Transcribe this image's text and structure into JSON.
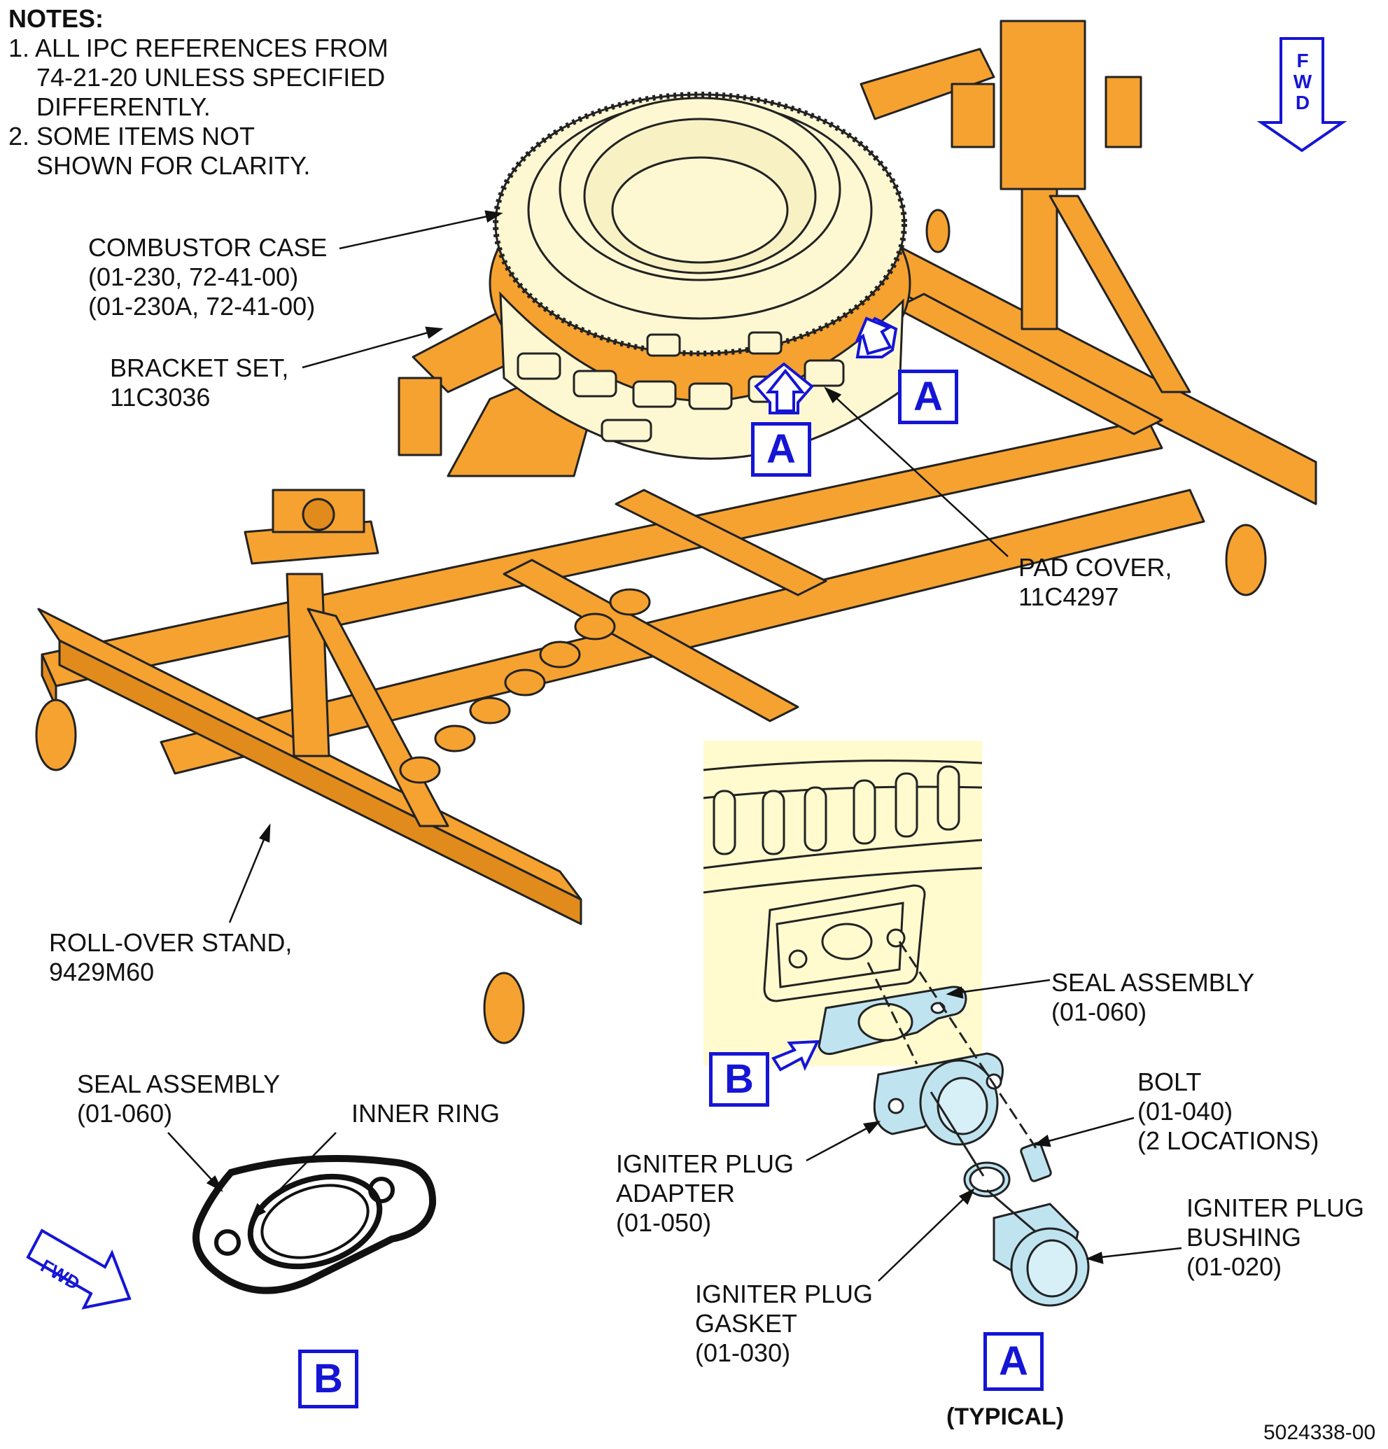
{
  "colors": {
    "stand": "#F5A231",
    "stand_line": "#222222",
    "case_fill": "#FDF8D2",
    "detail_bg": "#FFFBCF",
    "part_blue": "#BFE4F0",
    "ref_blue": "#1515D6"
  },
  "notes": {
    "heading": "NOTES:",
    "item1_line1": "1. ALL IPC REFERENCES FROM",
    "item1_line2": "74-21-20 UNLESS SPECIFIED",
    "item1_line3": "DIFFERENTLY.",
    "item2_line1": "2. SOME ITEMS NOT",
    "item2_line2": "SHOWN FOR CLARITY."
  },
  "fwd_arrows": {
    "top": [
      "F",
      "W",
      "D"
    ],
    "bottom": "FWD"
  },
  "callouts": {
    "combustor_case": [
      "COMBUSTOR CASE",
      "(01-230, 72-41-00)",
      "(01-230A, 72-41-00)"
    ],
    "bracket_set": [
      "BRACKET SET,",
      "11C3036"
    ],
    "pad_cover": [
      "PAD COVER,",
      "11C4297"
    ],
    "roll_over_stand": [
      "ROLL-OVER STAND,",
      "9429M60"
    ],
    "seal_assembly_a": [
      "SEAL ASSEMBLY",
      "(01-060)"
    ],
    "bolt": [
      "BOLT",
      "(01-040)",
      "(2 LOCATIONS)"
    ],
    "igniter_adapter": [
      "IGNITER PLUG",
      "ADAPTER",
      "(01-050)"
    ],
    "igniter_bushing": [
      "IGNITER PLUG",
      "BUSHING",
      "(01-020)"
    ],
    "igniter_gasket": [
      "IGNITER PLUG",
      "GASKET",
      "(01-030)"
    ],
    "seal_assembly_b": [
      "SEAL ASSEMBLY",
      "(01-060)"
    ],
    "inner_ring": [
      "INNER RING"
    ]
  },
  "view_refs": {
    "a_upper_right": "A",
    "a_upper_left": "A",
    "b_detail": "B",
    "a_detail": "A",
    "b_detail_label": "B"
  },
  "typical": "(TYPICAL)",
  "figure_number": "5024338-00",
  "icons": [
    "view-arrow-icon",
    "fwd-arrow-icon"
  ]
}
